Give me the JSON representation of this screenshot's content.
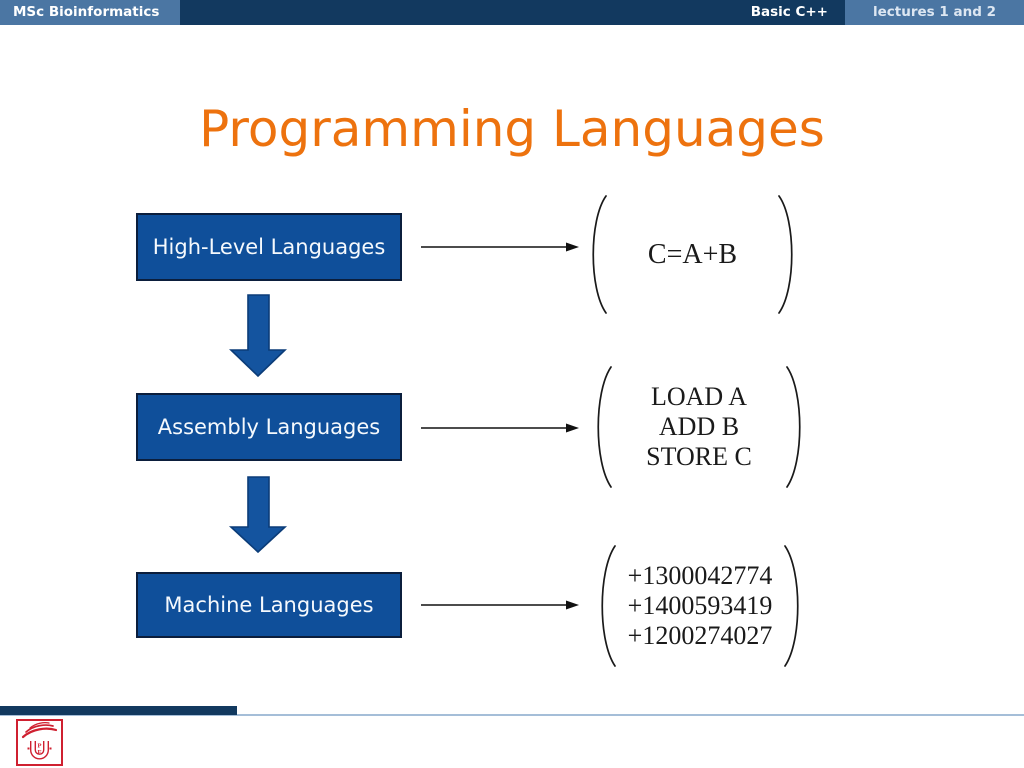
{
  "header": {
    "course": "MSc Bioinformatics",
    "topic": "Basic C++",
    "lectures": "lectures 1 and 2"
  },
  "slide": {
    "title": "Programming Languages",
    "flow": [
      {
        "label": "High-Level Languages",
        "code_lines": [
          "C=A+B"
        ]
      },
      {
        "label": "Assembly Languages",
        "code_lines": [
          "LOAD A",
          "ADD B",
          "STORE C"
        ]
      },
      {
        "label": "Machine Languages",
        "code_lines": [
          "+1300042774",
          "+1400593419",
          "+1200274027"
        ]
      }
    ]
  },
  "footer": {
    "logo": {
      "name": "upf-university-logo",
      "letters": [
        "P",
        "F"
      ]
    }
  },
  "icons": {
    "down_arrow": "block-arrow-down-icon",
    "right_arrow": "arrow-right-icon",
    "parens": "code-bracket-parentheses"
  },
  "colors": {
    "header_navy": "#12395F",
    "header_light_blue": "#4B76A3",
    "title_orange": "#ED720E",
    "box_blue": "#0F4F9A",
    "arrow_blue": "#14549F",
    "logo_red": "#CF2030",
    "footer_line": "#A5BED8"
  }
}
